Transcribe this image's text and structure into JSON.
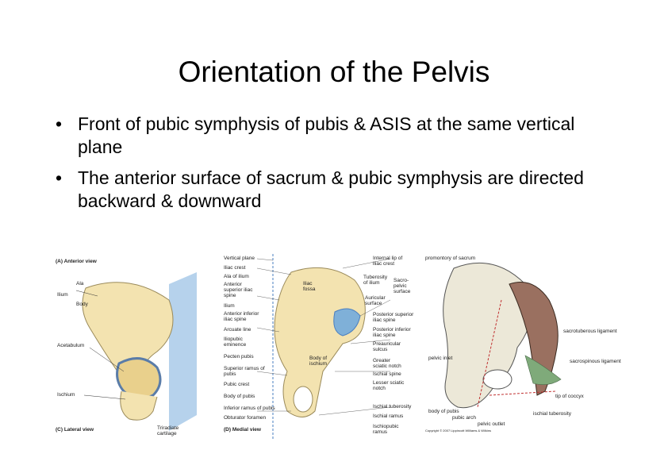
{
  "slide": {
    "title": "Orientation of the Pelvis",
    "bullets": [
      "Front of pubic symphysis of pubis & ASIS at the same vertical plane",
      "The anterior surface of sacrum & pubic symphysis are directed backward & downward"
    ],
    "bullet_glyph": "•"
  },
  "figure_left": {
    "caption_top": "(A) Anterior view",
    "caption_bottom": "(C) Lateral view",
    "labels": [
      "Ala",
      "Ilium",
      "Body",
      "Acetabulum",
      "Ischium",
      "Triradiate cartilage"
    ],
    "bone_color": "#f3e3b0",
    "cartilage_color": "#7fb0d8"
  },
  "figure_mid": {
    "caption": "(D) Medial view",
    "left_labels": [
      "Vertical plane",
      "Iliac crest",
      "Ala of ilium",
      "Anterior superior iliac spine",
      "Ilium",
      "Anterior inferior iliac spine",
      "Arcuate line",
      "Iliopubic eminence",
      "Pecten pubis",
      "Superior ramus of pubis",
      "Pubic crest",
      "Body of pubis",
      "Inferior ramus of pubis",
      "Obturator foramen"
    ],
    "right_labels": [
      "Internal lip of iliac crest",
      "Tuberosity of ilium",
      "Sacro-pelvic surface",
      "Auricular surface",
      "Posterior superior iliac spine",
      "Posterior inferior iliac spine",
      "Preauricular sulcus",
      "Greater sciatic notch",
      "Ischial spine",
      "Lesser sciatic notch",
      "Ischial tuberosity",
      "Ischial ramus",
      "Ischiopubic ramus"
    ],
    "inner_labels": [
      "Iliac fossa",
      "Body of ischium"
    ]
  },
  "figure_right": {
    "labels": [
      "promontory of sacrum",
      "sacrotuberous ligament",
      "sacrospinous ligament",
      "pelvic inlet",
      "tip of coccyx",
      "ischial tuberosity",
      "body of pubis",
      "pubic arch",
      "pelvic outlet"
    ],
    "credit": "Copyright © 2007 Lippincott Williams & Wilkins"
  }
}
